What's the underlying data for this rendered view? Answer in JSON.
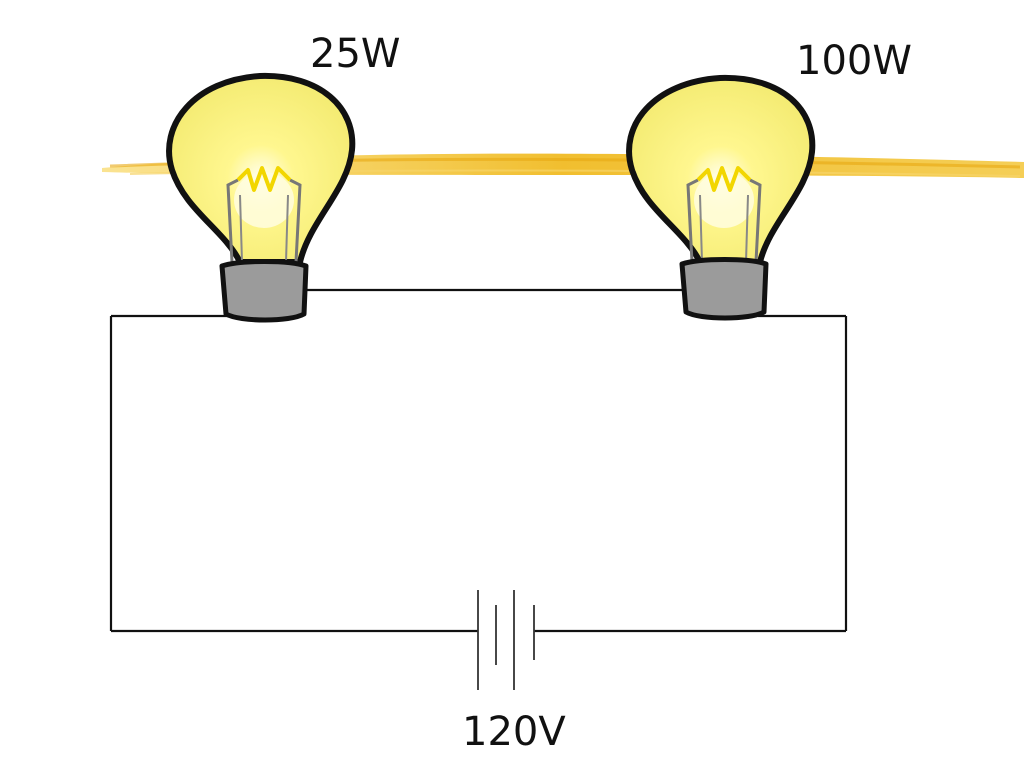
{
  "labels": {
    "bulb_left_power": "25W",
    "bulb_right_power": "100W",
    "battery_voltage": "120V"
  },
  "colors": {
    "glow_streak": "#f2c12e",
    "bulb_fill": "#f7f08a",
    "bulb_glow": "#fffbd0",
    "filament": "#f5d800",
    "socket": "#9a9a9a",
    "outline": "#111111"
  }
}
